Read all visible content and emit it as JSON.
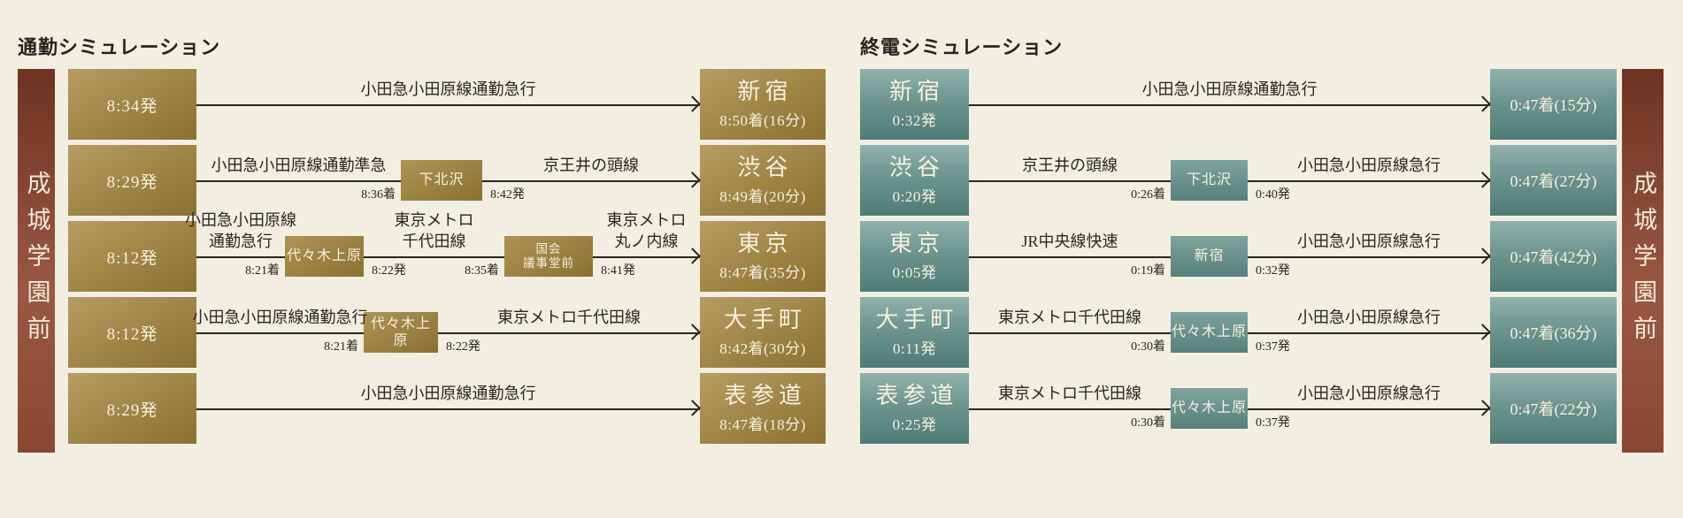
{
  "colors": {
    "background": "#f2eee2",
    "gold_box": "#9d8344",
    "teal_box": "#6d948f",
    "maroon_bar": "#8a4734",
    "line": "#2b251d"
  },
  "left_panel": {
    "title": "通勤シミュレーション",
    "origin": "成城学園前",
    "rows": [
      {
        "departure": "8:34発",
        "seg1": {
          "line": "小田急小田原線通勤急行"
        },
        "dest": {
          "name": "新宿",
          "arrival": "8:50着(16分)"
        }
      },
      {
        "departure": "8:29発",
        "seg1": {
          "line": "小田急小田原線通勤準急",
          "arrive": "8:36着"
        },
        "via1": "下北沢",
        "seg2": {
          "line": "京王井の頭線",
          "depart": "8:42発"
        },
        "dest": {
          "name": "渋谷",
          "arrival": "8:49着(20分)"
        }
      },
      {
        "departure": "8:12発",
        "seg1": {
          "line": "小田急小田原線\n通勤急行",
          "arrive": "8:21着"
        },
        "via1": "代々木上原",
        "seg2": {
          "line": "東京メトロ\n千代田線",
          "depart": "8:22発",
          "arrive": "8:35着"
        },
        "via2": "国会\n議事堂前",
        "seg3": {
          "line": "東京メトロ\n丸ノ内線",
          "depart": "8:41発"
        },
        "dest": {
          "name": "東京",
          "arrival": "8:47着(35分)"
        }
      },
      {
        "departure": "8:12発",
        "seg1": {
          "line": "小田急小田原線通勤急行",
          "arrive": "8:21着"
        },
        "via1": "代々木上原",
        "seg2": {
          "line": "東京メトロ千代田線",
          "depart": "8:22発"
        },
        "dest": {
          "name": "大手町",
          "arrival": "8:42着(30分)"
        }
      },
      {
        "departure": "8:29発",
        "seg1": {
          "line": "小田急小田原線通勤急行"
        },
        "dest": {
          "name": "表参道",
          "arrival": "8:47着(18分)"
        }
      }
    ]
  },
  "right_panel": {
    "title": "終電シミュレーション",
    "destination": "成城学園前",
    "rows": [
      {
        "origin": {
          "name": "新宿",
          "departure": "0:32発"
        },
        "seg1": {
          "line": "小田急小田原線通勤急行"
        },
        "arrival": "0:47着(15分)"
      },
      {
        "origin": {
          "name": "渋谷",
          "departure": "0:20発"
        },
        "seg1": {
          "line": "京王井の頭線",
          "arrive": "0:26着"
        },
        "via": "下北沢",
        "seg2": {
          "line": "小田急小田原線急行",
          "depart": "0:40発"
        },
        "arrival": "0:47着(27分)"
      },
      {
        "origin": {
          "name": "東京",
          "departure": "0:05発"
        },
        "seg1": {
          "line": "JR中央線快速",
          "arrive": "0:19着"
        },
        "via": "新宿",
        "seg2": {
          "line": "小田急小田原線急行",
          "depart": "0:32発"
        },
        "arrival": "0:47着(42分)"
      },
      {
        "origin": {
          "name": "大手町",
          "departure": "0:11発"
        },
        "seg1": {
          "line": "東京メトロ千代田線",
          "arrive": "0:30着"
        },
        "via": "代々木上原",
        "seg2": {
          "line": "小田急小田原線急行",
          "depart": "0:37発"
        },
        "arrival": "0:47着(36分)"
      },
      {
        "origin": {
          "name": "表参道",
          "departure": "0:25発"
        },
        "seg1": {
          "line": "東京メトロ千代田線",
          "arrive": "0:30着"
        },
        "via": "代々木上原",
        "seg2": {
          "line": "小田急小田原線急行",
          "depart": "0:37発"
        },
        "arrival": "0:47着(22分)"
      }
    ]
  }
}
